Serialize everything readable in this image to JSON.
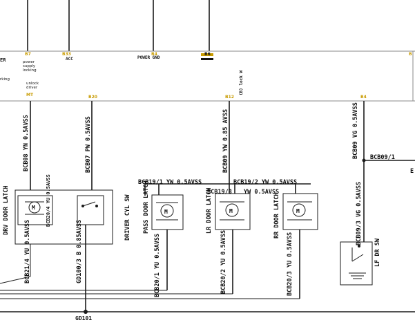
{
  "top_pins": {
    "p1": "B7",
    "p2": "B33",
    "p3": "B4",
    "p4": "B6"
  },
  "top_labels": {
    "left_er": "ER",
    "acc": "ACC",
    "power_gnd": "POWER GND",
    "power_supply_locking": "power supply locking",
    "unlock_driver": "unlock driver",
    "unlock_driver_pin": "MT",
    "locking": "rking",
    "vertical_right": "(B) lock W"
  },
  "lower_pins": {
    "a": "B20",
    "b": "B12",
    "c": "B4"
  },
  "wires": {
    "w1": "BCB08 YN 0.5AVSS",
    "w2": "BCB07 PW 0.5AVSS",
    "w3": "BCB09 YW 0.85 AVSS",
    "w4": "BCB09 VG 0.5AVSS",
    "w5": "BCB09/1",
    "w6": "BCB19/1 YW 0.5AVSS",
    "w7": "BCB19/2 YW 0.5AVSS",
    "w8": "YW 0.5AVSS",
    "w9": "BCB19/3",
    "w10": "BCB20/1 YU 0.5AVSS",
    "w11": "BCB20/2 YU 0.5AVSS",
    "w12": "BCB20/3 YU 0.5AVSS",
    "w13": "BCB09/3 VG 0.5AVSS",
    "w14": "BCB21/4 YU 0.5AVSS",
    "w15": "GD100/3 B 0.85AVSS",
    "w16": "BCB20/4 YU 0.5AVSS"
  },
  "components": {
    "drv_latch": "DRV DOOR LATCH",
    "driver_cyl": "DRIVER CYL SW",
    "pass_latch": "PASS DOOR LATCH",
    "lr_latch": "LR DOOR LATCH",
    "rr_latch": "RR DOOR LATCH",
    "lf_dr_sw": "LF DR SW",
    "motor_symbol": "M",
    "right_edge": "E"
  },
  "ground": "GD101"
}
